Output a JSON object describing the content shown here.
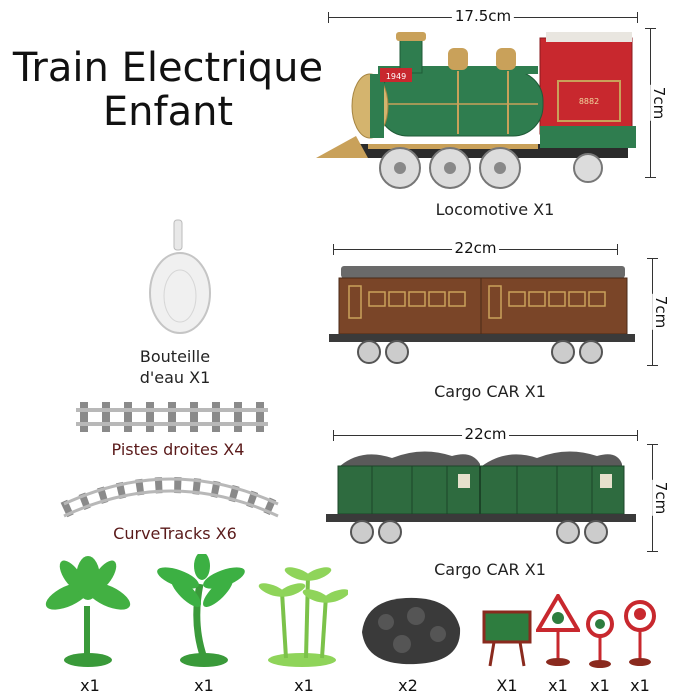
{
  "title": {
    "line1": "Train Electrique",
    "line2": "Enfant"
  },
  "locomotive": {
    "width_label": "17.5cm",
    "height_label": "7cm",
    "caption": "Locomotive X1",
    "plate_year": "1949",
    "plate_number": "8882",
    "colors": {
      "body": "#2f7d4f",
      "cab": "#c8282e",
      "gold": "#c9a15a"
    }
  },
  "cargo_car_1": {
    "width_label": "22cm",
    "height_label": "7cm",
    "caption": "Cargo CAR X1",
    "colors": {
      "body": "#7a4528",
      "roof": "#6a6a6a",
      "windows": "#c9a15a"
    }
  },
  "cargo_car_2": {
    "width_label": "22cm",
    "height_label": "7cm",
    "caption": "Cargo CAR X1",
    "colors": {
      "body": "#2e6b3f",
      "coal": "#5a5a5a"
    }
  },
  "water_bottle": {
    "caption_line1": "Bouteille",
    "caption_line2": "d'eau X1"
  },
  "straight_tracks": {
    "caption": "Pistes droites X4"
  },
  "curve_tracks": {
    "caption": "CurveTracks X6"
  },
  "accessories": {
    "tree1": "x1",
    "tree2": "x1",
    "tree3": "x1",
    "rock": "x2",
    "sign1": "X1",
    "sign2": "x1",
    "sign3": "x1",
    "sign4": "x1"
  }
}
